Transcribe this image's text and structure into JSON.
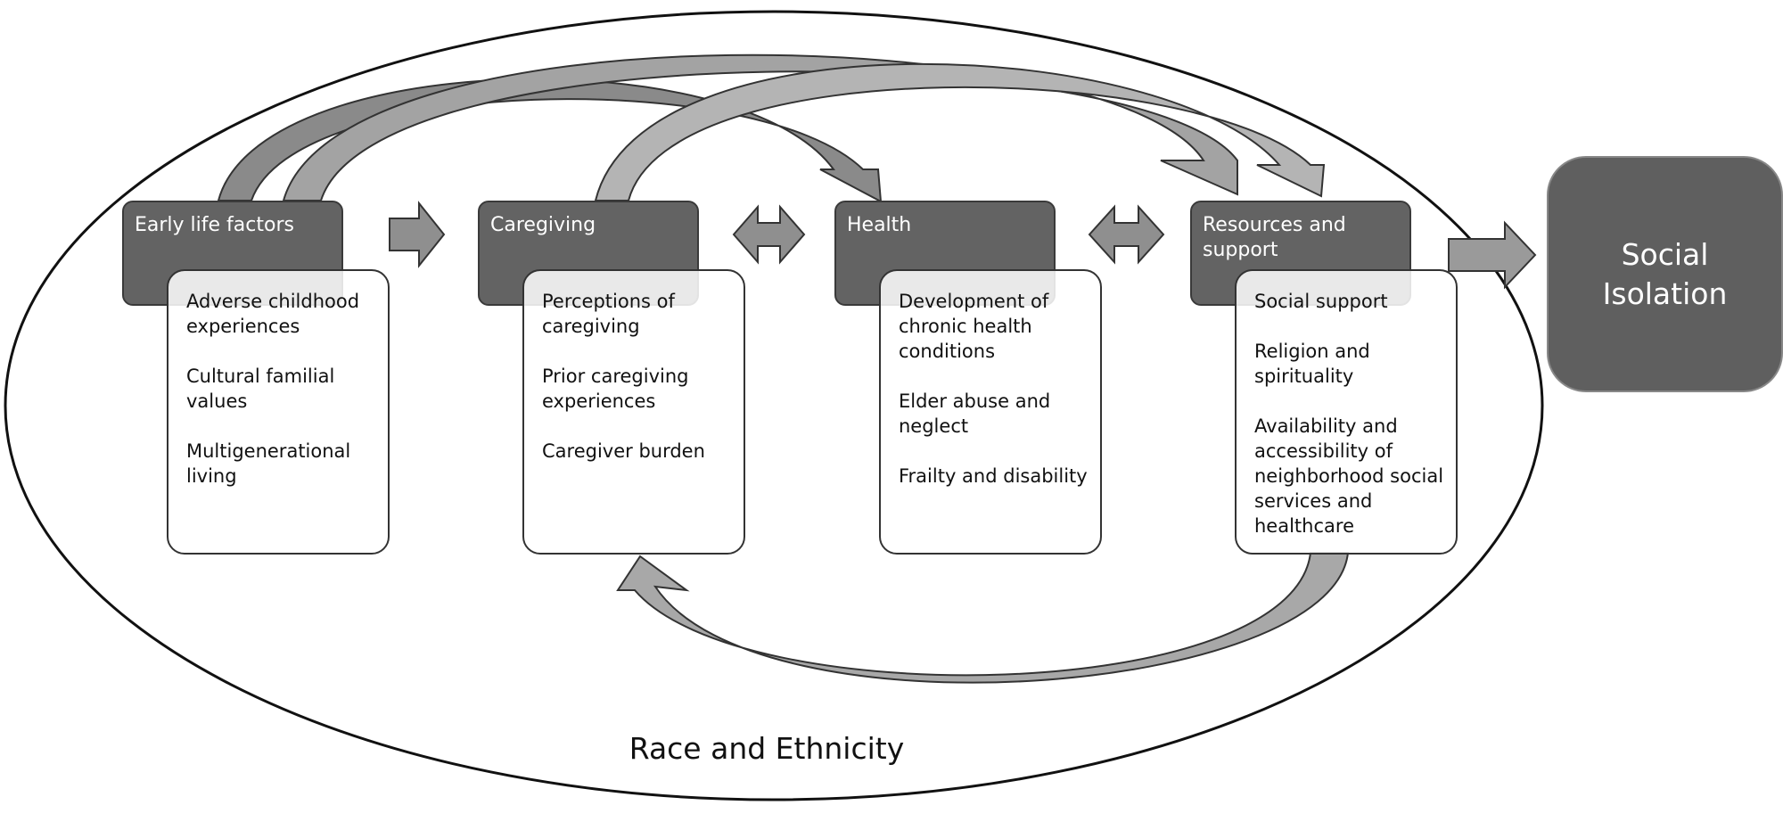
{
  "diagram": {
    "context_label": "Race and Ethnicity",
    "outcome_label": "Social Isolation",
    "colors": {
      "header_fill": "#636363",
      "outcome_fill": "#5f5f5f",
      "arrow_dark": "#8a8a8a",
      "arrow_light": "#b4b4b4",
      "outline": "#333333"
    },
    "boxes": [
      {
        "title": "Early life factors",
        "items": [
          "Adverse childhood experiences",
          "Cultural familial values",
          "Multigenerational living"
        ]
      },
      {
        "title": "Caregiving",
        "items": [
          "Perceptions of caregiving",
          "Prior caregiving experiences",
          "Caregiver burden"
        ]
      },
      {
        "title": "Health",
        "items": [
          "Development of chronic health conditions",
          "Elder abuse and neglect",
          "Frailty and disability"
        ]
      },
      {
        "title": "Resources and support",
        "items": [
          "Social support",
          "Religion and spirituality",
          "Availability and accessibility of neighborhood social services and healthcare"
        ]
      }
    ],
    "links": [
      {
        "from": "Early life factors",
        "to": "Caregiving",
        "type": "one-way"
      },
      {
        "from": "Caregiving",
        "to": "Health",
        "type": "two-way"
      },
      {
        "from": "Health",
        "to": "Resources and support",
        "type": "two-way"
      },
      {
        "from": "Resources and support",
        "to": "Social Isolation",
        "type": "one-way"
      },
      {
        "from": "Early life factors",
        "to": "Health",
        "type": "curved"
      },
      {
        "from": "Early life factors",
        "to": "Resources and support",
        "type": "curved"
      },
      {
        "from": "Caregiving",
        "to": "Resources and support",
        "type": "curved"
      },
      {
        "from": "Resources and support",
        "to": "Caregiving",
        "type": "curved"
      }
    ]
  }
}
